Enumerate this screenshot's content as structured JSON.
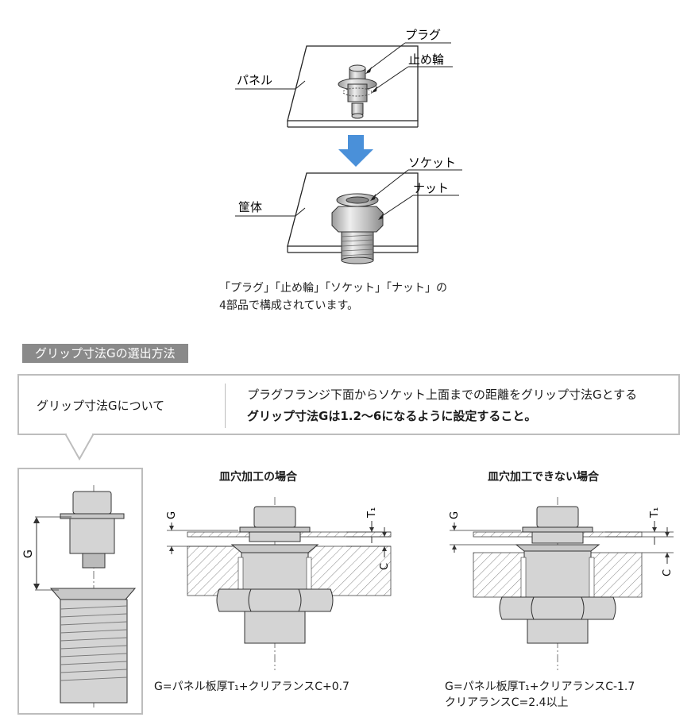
{
  "top_labels": {
    "plug": "プラグ",
    "retaining_ring": "止め輪",
    "panel": "パネル",
    "socket": "ソケット",
    "nut": "ナット",
    "housing": "筐体"
  },
  "caption": {
    "line1": "「プラグ」「止め輪」「ソケット」「ナット」の",
    "line2": "4部品で構成されています。"
  },
  "section_title": "グリップ寸法Gの選出方法",
  "grip_box": {
    "heading": "グリップ寸法Gについて",
    "line1": "プラグフランジ下面からソケット上面までの距離をグリップ寸法Gとする",
    "line2": "グリップ寸法Gは1.2～6になるように設定すること。"
  },
  "detail": {
    "g_label": "G"
  },
  "case_countersunk": {
    "title": "皿穴加工の場合",
    "g_label": "G",
    "t_label": "T₁",
    "c_label": "C",
    "formula": "G=パネル板厚T₁+クリアランスC+0.7"
  },
  "case_no_countersunk": {
    "title": "皿穴加工できない場合",
    "g_label": "G",
    "t_label": "T₁",
    "c_label": "C",
    "formula1": "G=パネル板厚T₁+クリアランスC-1.7",
    "formula2": "クリアランスC=2.4以上"
  },
  "colors": {
    "arrow_blue": "#4a90d9",
    "section_gray": "#8a8a8a",
    "border_gray": "#bdbdbd",
    "part_gray": "#d4d4d4"
  }
}
